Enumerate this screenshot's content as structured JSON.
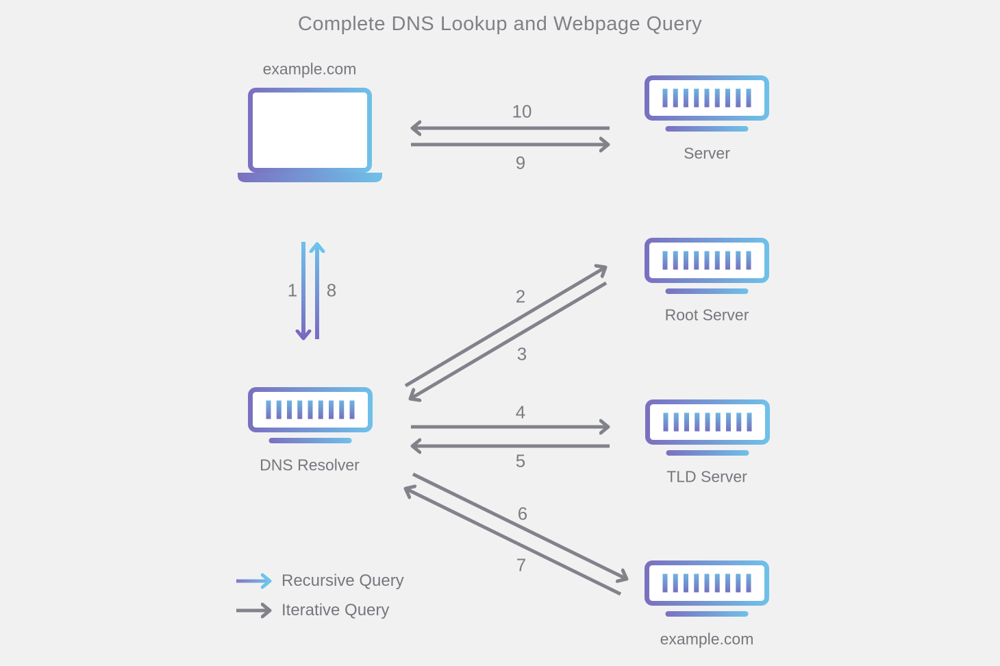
{
  "title": "Complete DNS Lookup and Webpage Query",
  "nodes": {
    "client": "example.com",
    "web_server": "Server",
    "dns_resolver": "DNS Resolver",
    "root_server": "Root Server",
    "tld_server": "TLD Server",
    "authoritative_server": "example.com"
  },
  "steps": {
    "s1": "1",
    "s2": "2",
    "s3": "3",
    "s4": "4",
    "s5": "5",
    "s6": "6",
    "s7": "7",
    "s8": "8",
    "s9": "9",
    "s10": "10"
  },
  "legend": {
    "recursive": "Recursive Query",
    "iterative": "Iterative Query"
  },
  "colors": {
    "background": "#f1f1f2",
    "gradient_purple": "#7a70c0",
    "gradient_blue": "#6fc0e8",
    "arrow_gray": "#81828a",
    "text_gray": "#76777c"
  }
}
